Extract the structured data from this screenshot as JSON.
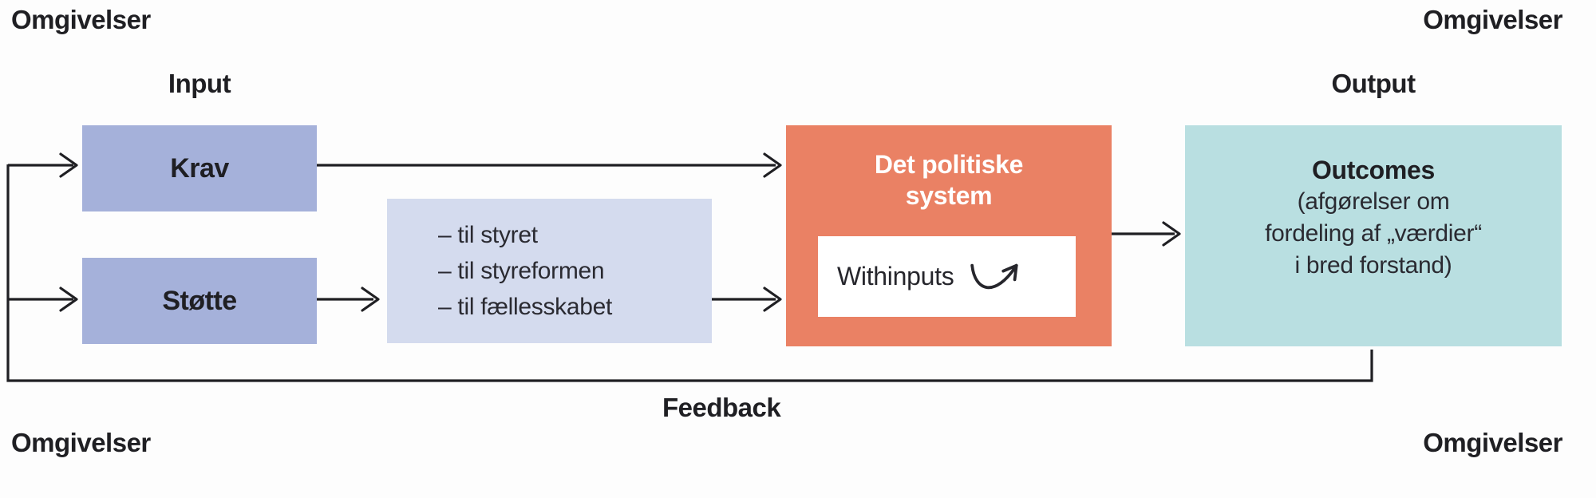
{
  "diagram": {
    "environment_labels": {
      "top_left": "Omgivelser",
      "top_right": "Omgivelser",
      "bottom_left": "Omgivelser",
      "bottom_right": "Omgivelser"
    },
    "headers": {
      "input": "Input",
      "output": "Output"
    },
    "feedback_label": "Feedback",
    "boxes": {
      "krav": {
        "label": "Krav",
        "fill": "#a5b1da"
      },
      "stoette": {
        "label": "Støtte",
        "fill": "#a5b1da"
      },
      "support_targets": {
        "fill": "#d4dbee",
        "lines": [
          "– til styret",
          "– til styreformen",
          "– til fællesskabet"
        ]
      },
      "political_system": {
        "fill": "#ea8164",
        "title_lines": [
          "Det politiske",
          "system"
        ],
        "withinputs": {
          "label": "Withinputs",
          "fill": "#ffffff",
          "icon": "curved-up-right-arrow-icon"
        }
      },
      "outcomes": {
        "fill": "#b9dfe1",
        "title": "Outcomes",
        "lines": [
          "(afgørelser om",
          "fordeling af „værdier“",
          "i bred forstand)"
        ]
      }
    },
    "colors": {
      "line": "#1f1f23",
      "text": "#1f1f23",
      "background": "#fdfdfd"
    }
  }
}
